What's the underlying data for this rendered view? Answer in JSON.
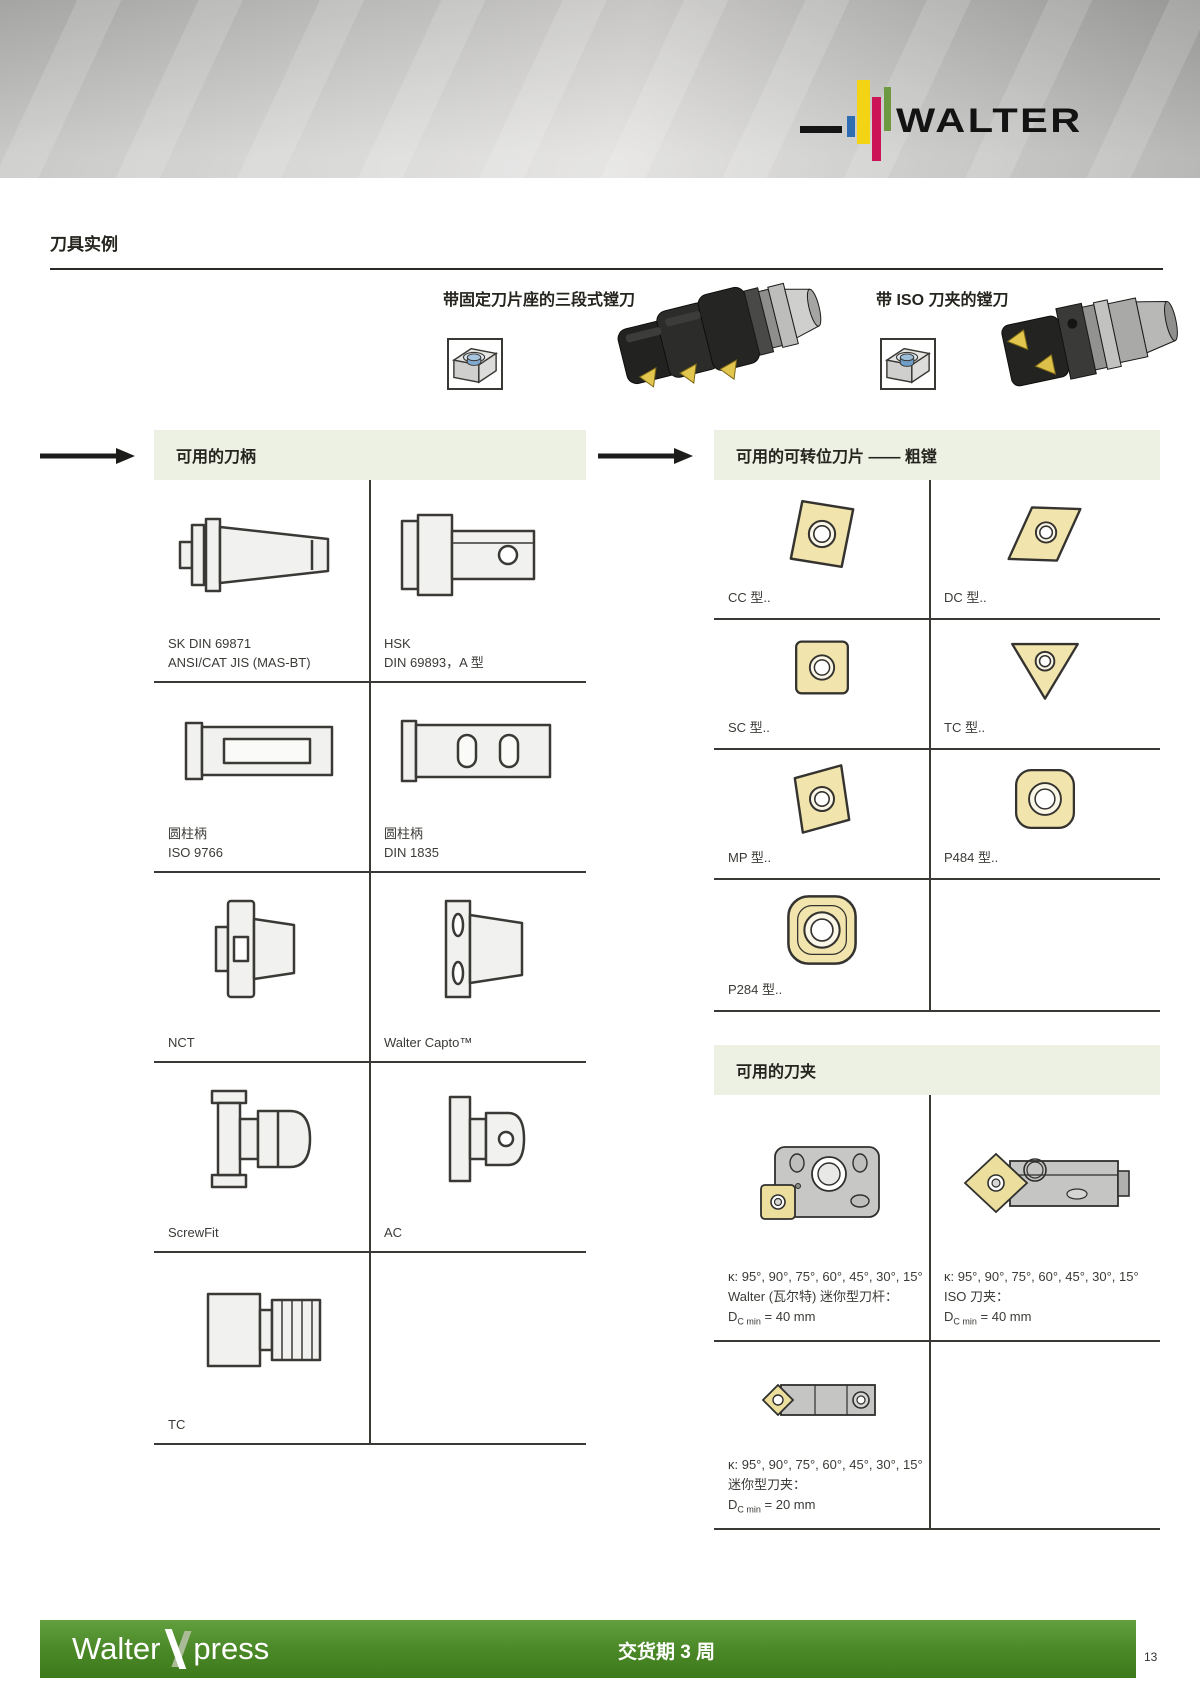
{
  "brand": {
    "wordmark": "WALTER"
  },
  "page": {
    "heading": "刀具实例",
    "page_number": "13"
  },
  "examples": {
    "left_label": "带固定刀片座的三段式镗刀",
    "right_label": "带 ISO 刀夹的镗刀"
  },
  "adaptors": {
    "header": "可用的刀柄",
    "items": [
      {
        "line1": "SK DIN 69871",
        "line2": "ANSI/CAT JIS (MAS-BT)"
      },
      {
        "line1": "HSK",
        "line2": "DIN 69893，A 型"
      },
      {
        "line1": "圆柱柄",
        "line2": "ISO 9766"
      },
      {
        "line1": "圆柱柄",
        "line2": "DIN 1835"
      },
      {
        "line1": "NCT"
      },
      {
        "line1": "Walter Capto™"
      },
      {
        "line1": "ScrewFit"
      },
      {
        "line1": "AC"
      },
      {
        "line1": "TC"
      }
    ]
  },
  "inserts": {
    "header": "可用的可转位刀片 —— 粗镗",
    "items": [
      {
        "label": "CC 型.."
      },
      {
        "label": "DC 型.."
      },
      {
        "label": "SC 型.."
      },
      {
        "label": "TC 型.."
      },
      {
        "label": "MP 型.."
      },
      {
        "label": "P484 型.."
      },
      {
        "label": "P284 型.."
      }
    ]
  },
  "cartridges": {
    "header": "可用的刀夹",
    "items": [
      {
        "kappa": "κ: 95°, 90°, 75°, 60°, 45°, 30°, 15°",
        "name": "Walter (瓦尔特) 迷你型刀杆：",
        "d_symbol": "D",
        "d_sub": "C min",
        "d_value": "= 40 mm"
      },
      {
        "kappa": "κ: 95°, 90°, 75°, 60°, 45°, 30°, 15°",
        "name": "ISO 刀夹：",
        "d_symbol": "D",
        "d_sub": "C min",
        "d_value": "= 40 mm"
      },
      {
        "kappa": "κ: 95°, 90°, 75°, 60°, 45°, 30°, 15°",
        "name": "迷你型刀夹：",
        "d_symbol": "D",
        "d_sub": "C min",
        "d_value": "= 20 mm"
      }
    ]
  },
  "footer": {
    "brand_walter": "Walter",
    "brand_xpress_rest": "press",
    "delivery": "交货期 3 周"
  },
  "colors": {
    "section_bar_green": "#edf1e3",
    "footer_green": "#4c8928",
    "insert_yellow": "#f1e5ad",
    "logo_blue": "#2f6db2",
    "logo_yellow": "#f3d414",
    "logo_magenta": "#cc1356",
    "logo_green": "#6d9a41"
  }
}
